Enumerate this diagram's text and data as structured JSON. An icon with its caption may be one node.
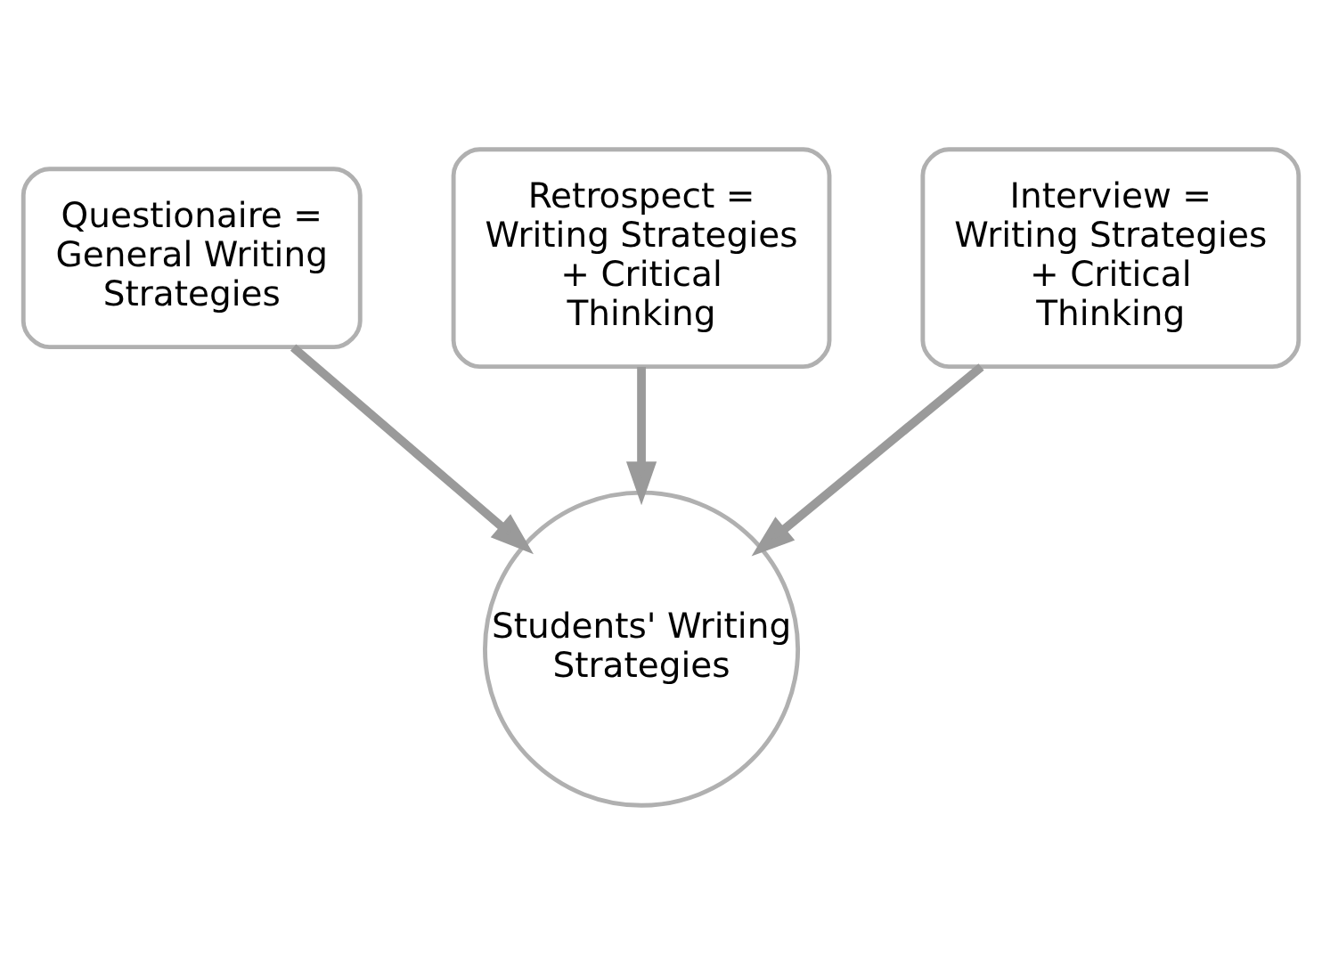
{
  "diagram": {
    "nodes": [
      {
        "text": [
          "Questionaire = General Writing Strategies"
        ]
      },
      {
        "text": [
          "Retrospect = Writing Strategies + Critical Thinking"
        ]
      },
      {
        "text": [
          "Interview = Writing Strategies + Critical Thinking"
        ]
      },
      {
        "text": [
          "Students' Writing Strategies"
        ]
      }
    ],
    "edges": [
      {
        "from": 0,
        "to": 3,
        "arrow": "to"
      },
      {
        "from": 1,
        "to": 3,
        "arrow": "to"
      },
      {
        "from": 2,
        "to": 3,
        "arrow": "to"
      }
    ]
  }
}
